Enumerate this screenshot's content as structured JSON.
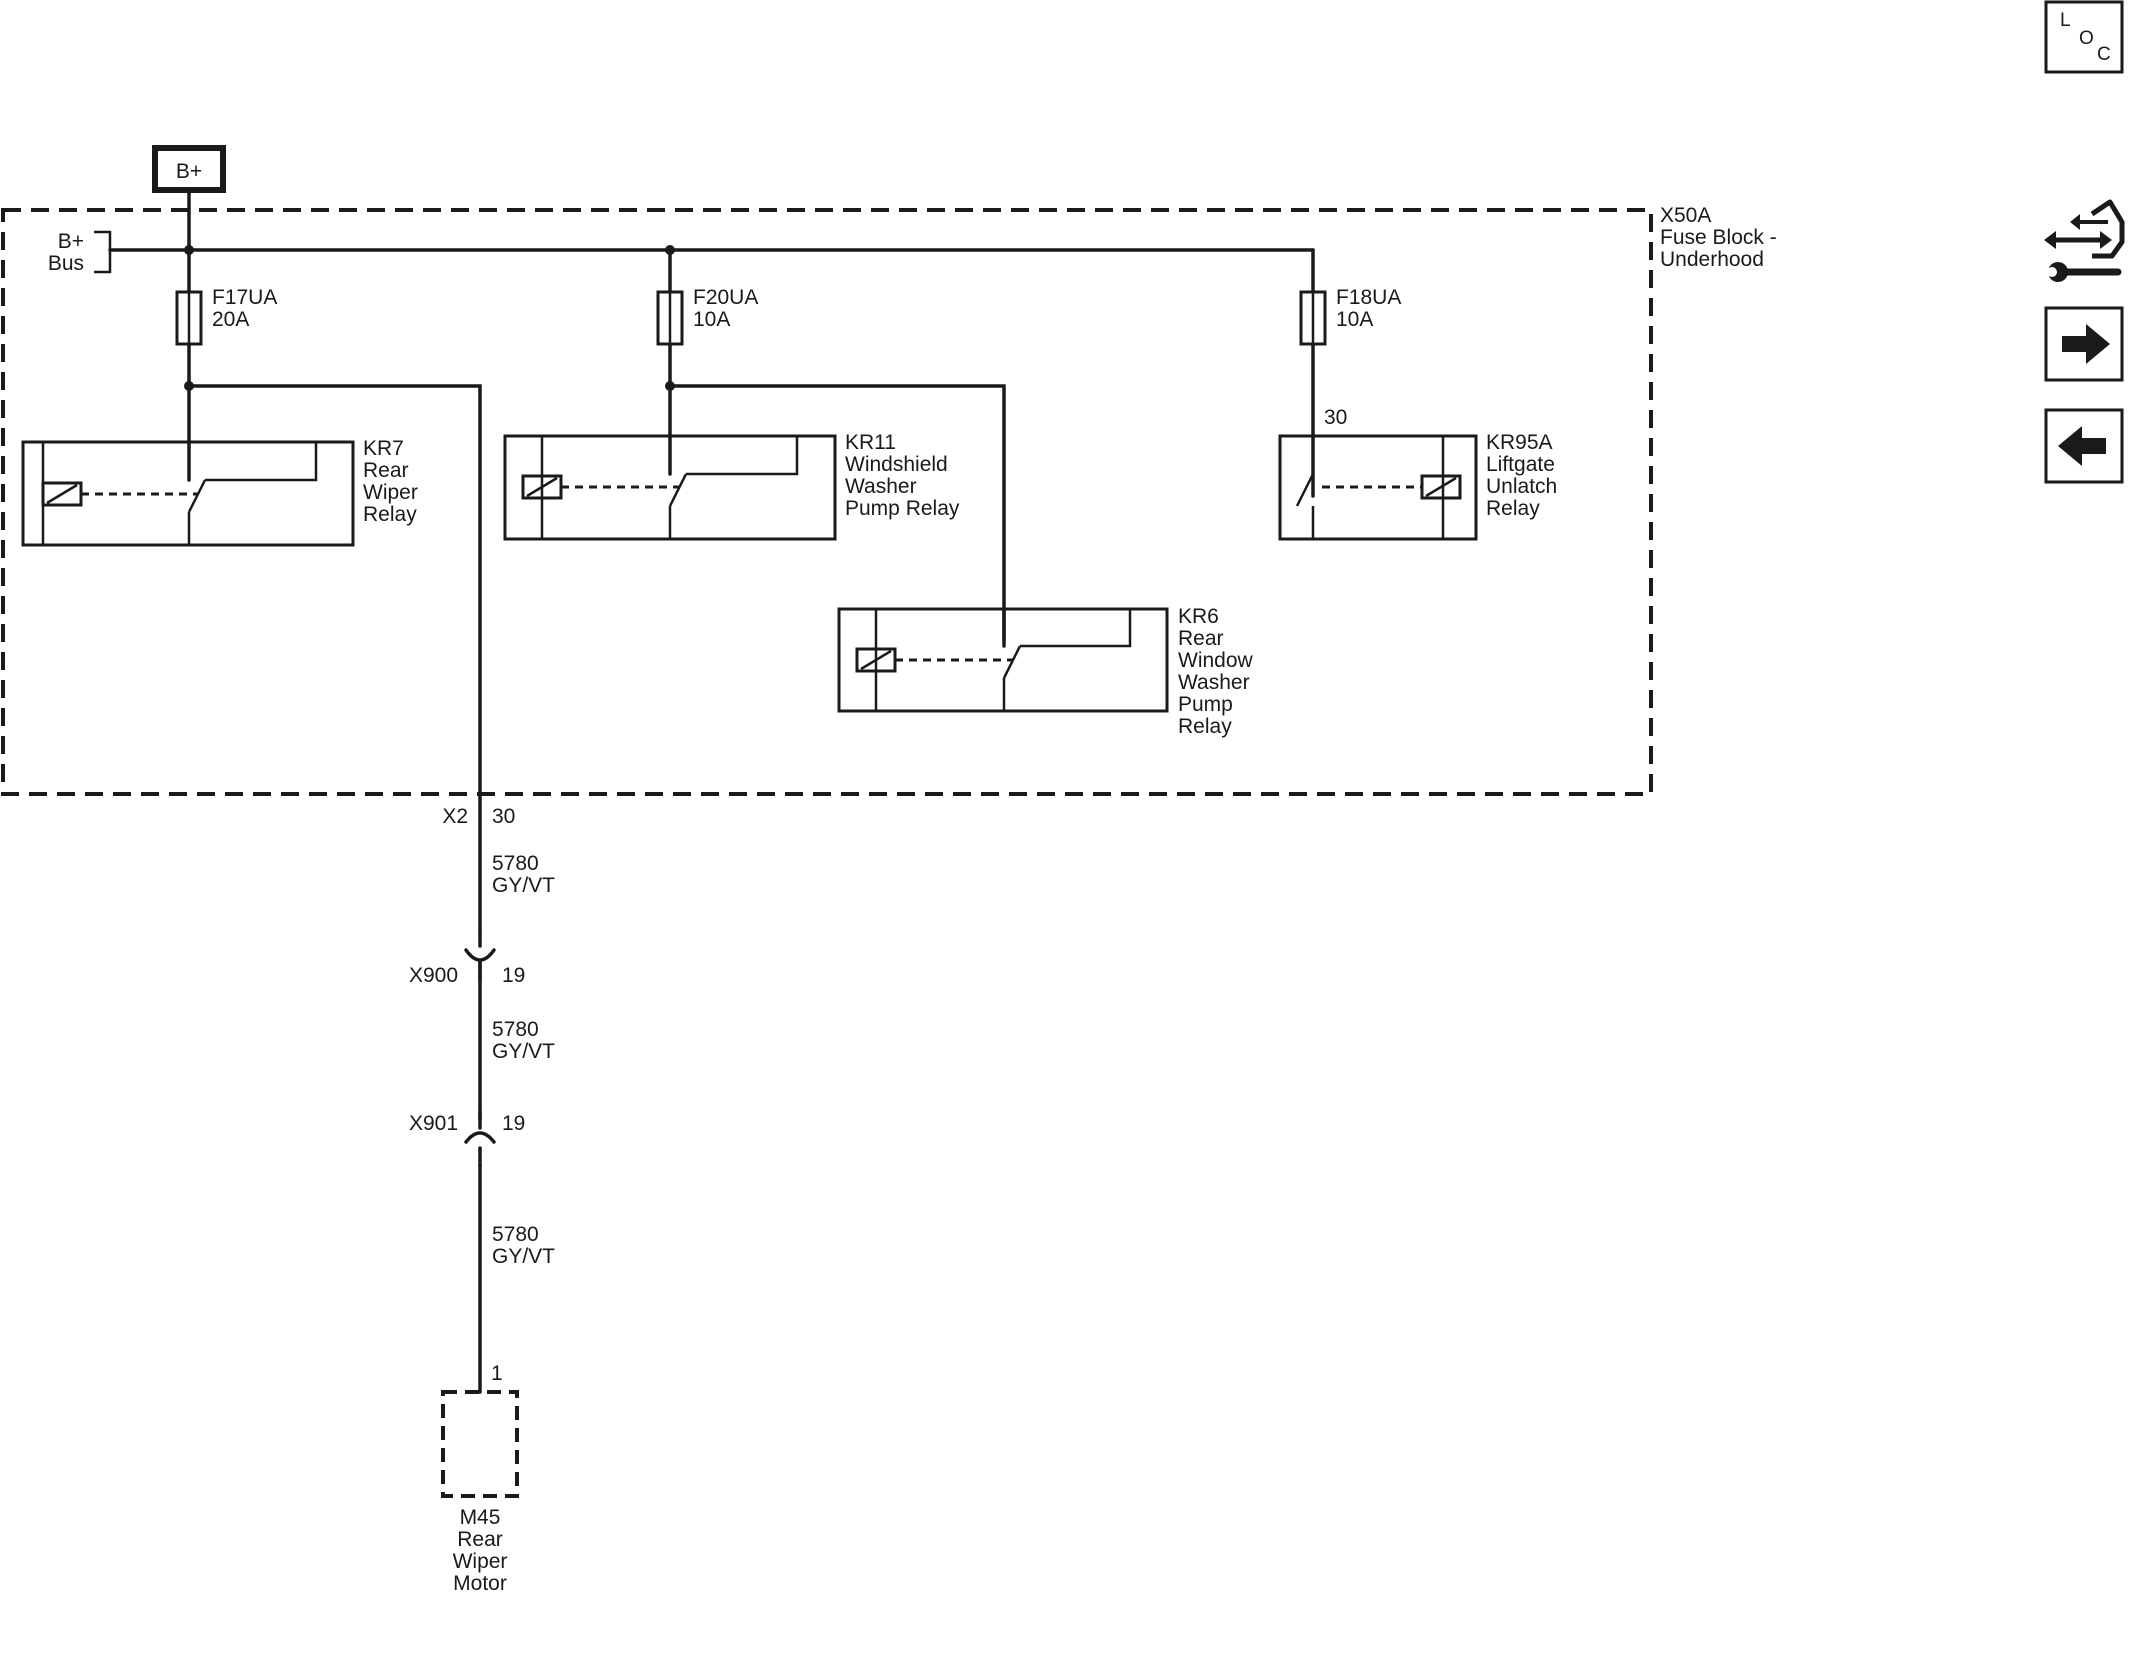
{
  "battery_label": "B+",
  "bus_label_1": "B+",
  "bus_label_2": "Bus",
  "fuse_block": {
    "id": "X50A",
    "name_1": "Fuse Block -",
    "name_2": "Underhood"
  },
  "fuses": [
    {
      "id": "F17UA",
      "rating": "20A"
    },
    {
      "id": "F20UA",
      "rating": "10A"
    },
    {
      "id": "F18UA",
      "rating": "10A"
    }
  ],
  "relays": {
    "kr7": {
      "lines": [
        "KR7",
        "Rear",
        "Wiper",
        "Relay"
      ]
    },
    "kr11": {
      "lines": [
        "KR11",
        "Windshield",
        "Washer",
        "Pump Relay"
      ]
    },
    "kr95a": {
      "lines": [
        "KR95A",
        "Liftgate",
        "Unlatch",
        "Relay"
      ],
      "pin": "30"
    },
    "kr6": {
      "lines": [
        "KR6",
        "Rear",
        "Window",
        "Washer",
        "Pump",
        "Relay"
      ]
    }
  },
  "connector_x2": {
    "id": "X2",
    "pin": "30"
  },
  "connector_x900": {
    "id": "X900",
    "pin": "19"
  },
  "connector_x901": {
    "id": "X901",
    "pin": "19"
  },
  "wires": [
    {
      "circuit": "5780",
      "color": "GY/VT"
    },
    {
      "circuit": "5780",
      "color": "GY/VT"
    },
    {
      "circuit": "5780",
      "color": "GY/VT"
    }
  ],
  "motor": {
    "pin": "1",
    "lines": [
      "M45",
      "Rear",
      "Wiper",
      "Motor"
    ]
  },
  "nav": {
    "loc_letters": [
      "L",
      "O",
      "C"
    ],
    "wrench_icon": "component-connector-icon",
    "next_icon": "arrow-right-icon",
    "prev_icon": "arrow-left-icon"
  }
}
